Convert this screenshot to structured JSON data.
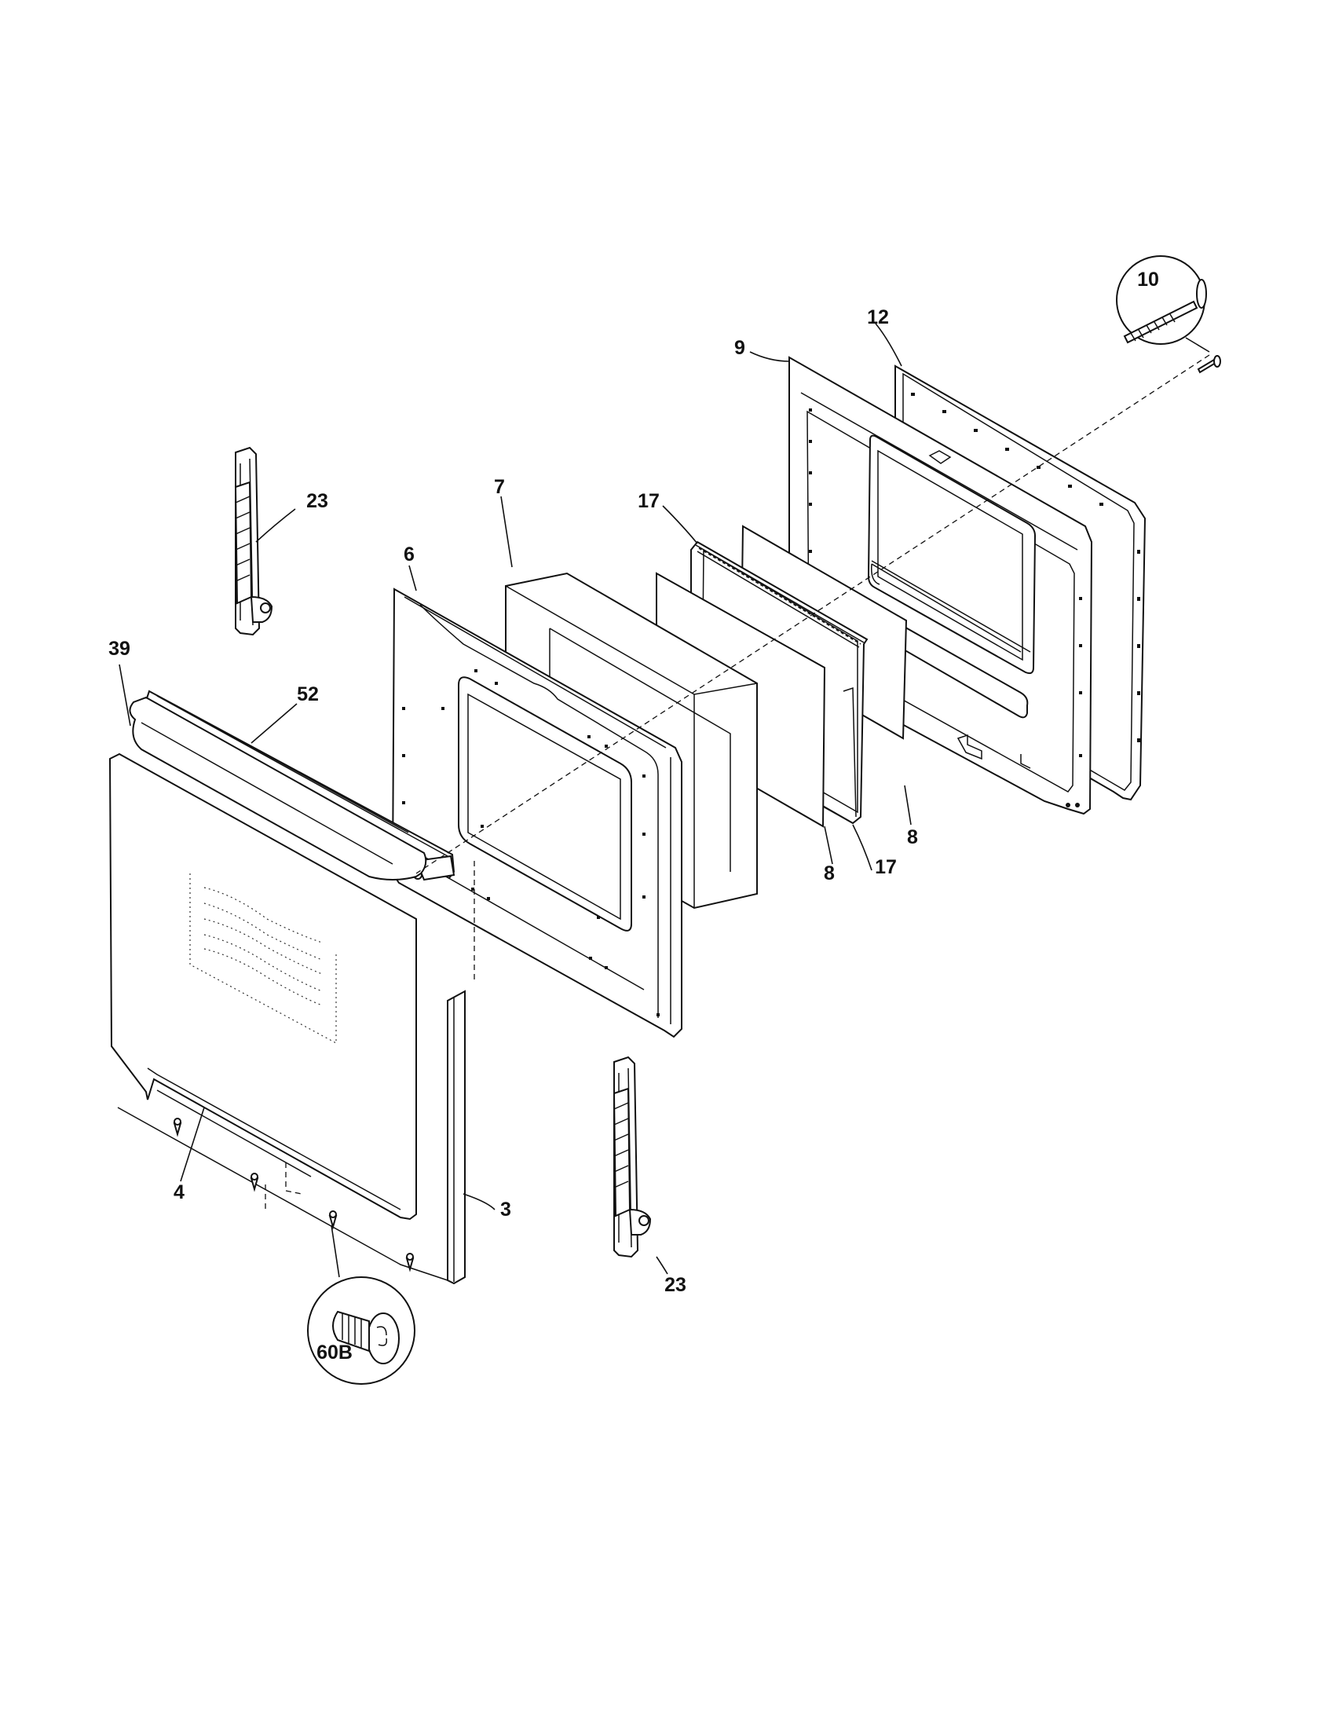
{
  "labels": {
    "p12": "12",
    "p9": "9",
    "p10": "10",
    "p23_top": "23",
    "p7": "7",
    "p17_top": "17",
    "p6": "6",
    "p39": "39",
    "p52": "52",
    "p8_right": "8",
    "p8_mid": "8",
    "p17_bottom": "17",
    "p4": "4",
    "p3": "3",
    "p23_bottom": "23",
    "p60b": "60B"
  }
}
